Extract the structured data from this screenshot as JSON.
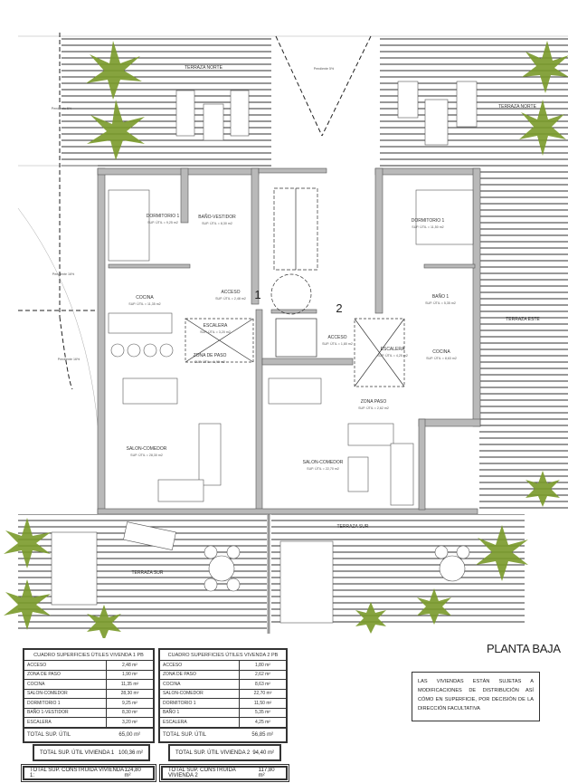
{
  "drawing": {
    "title": "PLANTA BAJA",
    "note": "LAS VIVIENDAS ESTÁN SUJETAS A MODIFICACIONES DE DISTRIBUCIÓN ASÍ CÓMO EN SUPERFICIE, POR DECISIÓN DE LA DIRECCIÓN FACULTATIVA",
    "colors": {
      "wall": "#b9b9b9",
      "line": "#333333",
      "vegetation": "#7a9a2a"
    }
  },
  "plan": {
    "unit_numbers": [
      "1",
      "2"
    ],
    "slopes": {
      "center": "Pendiente 5%",
      "left_top": "Pendiente 5%",
      "left_mid": "Pendiente 16%",
      "left_low": "Pendiente 16%"
    },
    "terraces": {
      "north_left": "TERRAZA NORTE",
      "north_right": "TERRAZA NORTE",
      "east": "TERRAZA ESTE",
      "south_left": "TERRAZA SUR",
      "south_right": "TERRAZA SUR"
    },
    "unit1_rooms": [
      {
        "name": "DORMITORIO 1",
        "area": "SUP. ÚTIL = 9,25 m2"
      },
      {
        "name": "BAÑO-VESTIDOR",
        "area": "SUP. ÚTIL = 8,30 m2"
      },
      {
        "name": "COCINA",
        "area": "SUP. ÚTIL = 11,35 m2"
      },
      {
        "name": "ACCESO",
        "area": "SUP. ÚTIL = 2,48 m2"
      },
      {
        "name": "ESCALERA",
        "area": "SUP. ÚTIL = 3,20 m2"
      },
      {
        "name": "ZONA DE PASO",
        "area": "SUP. ÚTIL = 1,90 m2"
      },
      {
        "name": "SALON-COMEDOR",
        "area": "SUP. ÚTIL = 28,30 m2"
      }
    ],
    "unit2_rooms": [
      {
        "name": "DORMITORIO 1",
        "area": "SUP. ÚTIL = 11,50 m2"
      },
      {
        "name": "BAÑO 1",
        "area": "SUP. ÚTIL = 5,35 m2"
      },
      {
        "name": "ACCESO",
        "area": "SUP. ÚTIL = 1,80 m2"
      },
      {
        "name": "ESCALERA",
        "area": "SUP. ÚTIL = 4,25 m2"
      },
      {
        "name": "COCINA",
        "area": "SUP. ÚTIL = 8,63 m2"
      },
      {
        "name": "ZONA PASO",
        "area": "SUP. ÚTIL = 2,62 m2"
      },
      {
        "name": "SALON-COMEDOR",
        "area": "SUP. ÚTIL = 22,70 m2"
      }
    ]
  },
  "tables": [
    {
      "title": "CUADRO SUPERFICIES ÚTILES VIVENDA 1 PB",
      "rows": [
        {
          "room": "ACCESO",
          "area": "2,48 m²"
        },
        {
          "room": "ZONA DE PASO",
          "area": "1,90 m²"
        },
        {
          "room": "COCINA",
          "area": "11,35 m²"
        },
        {
          "room": "SALON-COMEDOR",
          "area": "28,30 m²"
        },
        {
          "room": "DORMITORIO 1",
          "area": "9,25 m²"
        },
        {
          "room": "BAÑO 1-VESTIDOR",
          "area": "8,30 m²"
        },
        {
          "room": "ESCALERA",
          "area": "3,20 m²"
        }
      ],
      "total_label": "TOTAL SUP. ÚTIL",
      "total_value": "65,00 m²",
      "util_label": "TOTAL SUP. ÚTIL VIVIENDA 1",
      "util_value": "100,36 m²",
      "built_label": "TOTAL SUP. CONSTRUIDA VIVIENDA 1:",
      "built_value": "124,80 m²"
    },
    {
      "title": "CUADRO SUPERFICIES ÚTILES VIVENDA 2 PB",
      "rows": [
        {
          "room": "ACCESO",
          "area": "1,80 m²"
        },
        {
          "room": "ZONA DE PASO",
          "area": "2,62 m²"
        },
        {
          "room": "COCINA",
          "area": "8,63 m²"
        },
        {
          "room": "SALON-COMEDOR",
          "area": "22,70 m²"
        },
        {
          "room": "DORMITORIO 1",
          "area": "11,50 m²"
        },
        {
          "room": "BAÑO 1",
          "area": "5,35 m²"
        },
        {
          "room": "ESCALERA",
          "area": "4,25 m²"
        }
      ],
      "total_label": "TOTAL SUP. ÚTIL",
      "total_value": "56,85 m²",
      "util_label": "TOTAL SUP. ÚTIL VIVIENDA 2",
      "util_value": "94,40 m²",
      "built_label": "TOTAL SUP. CONSTRUIDA VIVIENDA 2",
      "built_value": "117,80 m²"
    }
  ]
}
